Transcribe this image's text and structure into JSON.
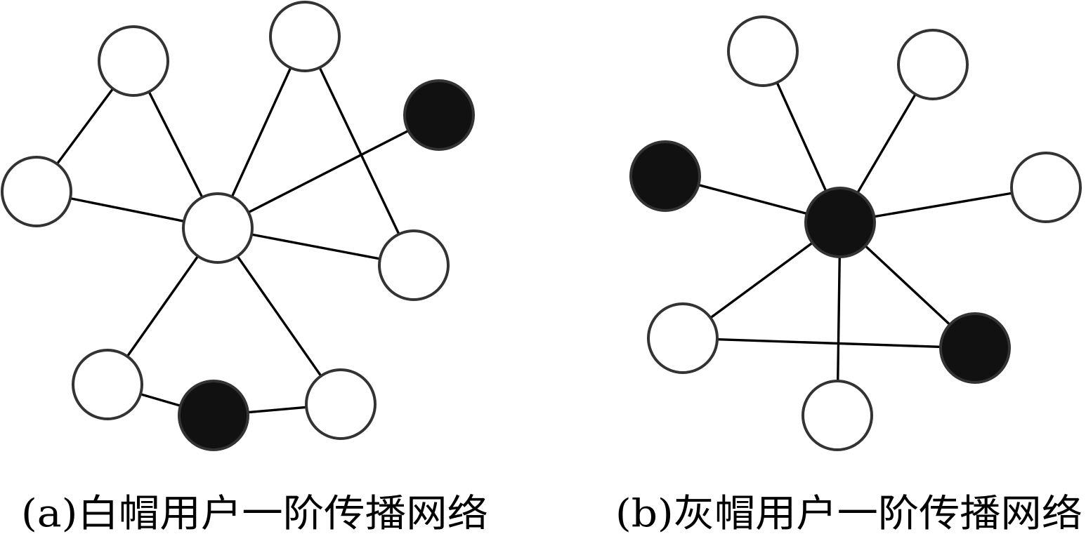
{
  "colors": {
    "edge": "#000000",
    "node_stroke": "#333333",
    "white_node": "#ffffff",
    "black_node": "#111111"
  },
  "panels": [
    {
      "id": "a",
      "caption": "(a)白帽用户一阶传播网络",
      "nodes": [
        {
          "id": "a-center",
          "color": "white"
        },
        {
          "id": "a-top-left",
          "color": "white"
        },
        {
          "id": "a-top",
          "color": "white"
        },
        {
          "id": "a-top-right",
          "color": "black"
        },
        {
          "id": "a-left",
          "color": "white"
        },
        {
          "id": "a-right",
          "color": "white"
        },
        {
          "id": "a-bottom-left",
          "color": "white"
        },
        {
          "id": "a-bottom-middle",
          "color": "black"
        },
        {
          "id": "a-bottom-right",
          "color": "white"
        }
      ],
      "edges": [
        [
          "a-top-left",
          "a-left"
        ],
        [
          "a-top-left",
          "a-center"
        ],
        [
          "a-left",
          "a-center"
        ],
        [
          "a-top",
          "a-center"
        ],
        [
          "a-top",
          "a-right"
        ],
        [
          "a-top-right",
          "a-center"
        ],
        [
          "a-center",
          "a-right"
        ],
        [
          "a-center",
          "a-bottom-left"
        ],
        [
          "a-center",
          "a-bottom-right"
        ],
        [
          "a-bottom-left",
          "a-bottom-middle"
        ],
        [
          "a-bottom-middle",
          "a-bottom-right"
        ]
      ]
    },
    {
      "id": "b",
      "caption": "(b)灰帽用户一阶传播网络",
      "nodes": [
        {
          "id": "b-center",
          "color": "black"
        },
        {
          "id": "b-top-left",
          "color": "white"
        },
        {
          "id": "b-top-right",
          "color": "white"
        },
        {
          "id": "b-left",
          "color": "black"
        },
        {
          "id": "b-right",
          "color": "white"
        },
        {
          "id": "b-bottom-left",
          "color": "white"
        },
        {
          "id": "b-bottom-right",
          "color": "black"
        },
        {
          "id": "b-bottom",
          "color": "white"
        }
      ],
      "edges": [
        [
          "b-top-left",
          "b-center"
        ],
        [
          "b-top-right",
          "b-center"
        ],
        [
          "b-left",
          "b-center"
        ],
        [
          "b-right",
          "b-center"
        ],
        [
          "b-center",
          "b-bottom-left"
        ],
        [
          "b-center",
          "b-bottom-right"
        ],
        [
          "b-center",
          "b-bottom"
        ],
        [
          "b-bottom-left",
          "b-bottom-right"
        ]
      ]
    }
  ]
}
